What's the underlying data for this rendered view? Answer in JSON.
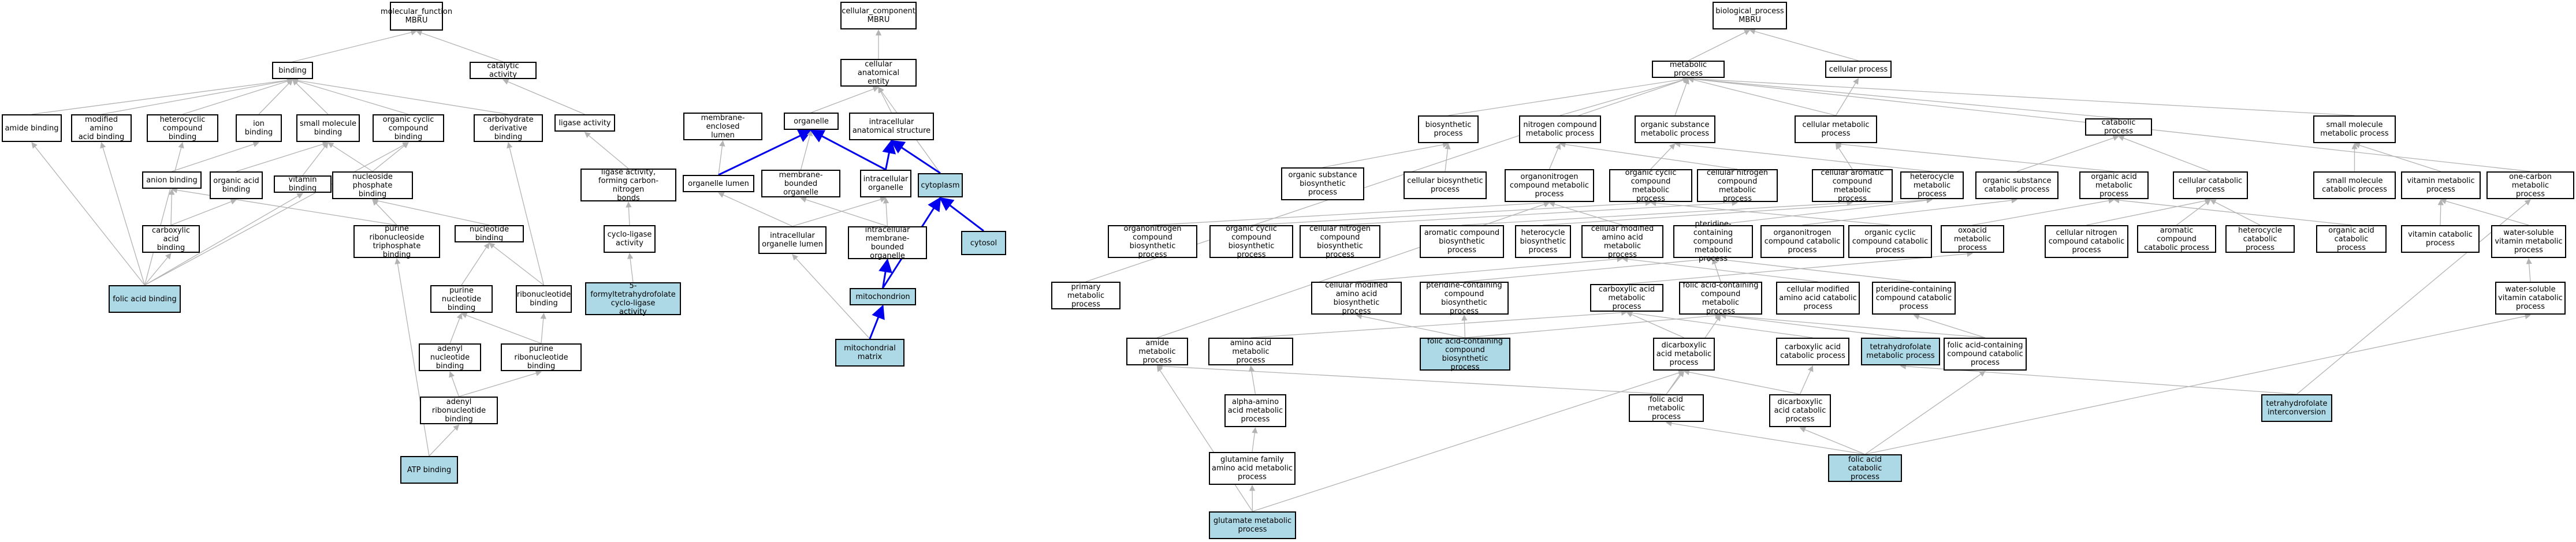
{
  "graph": {
    "nodes": [
      {
        "id": "mf",
        "label": "molecular_function\nMBRU",
        "hl": false
      },
      {
        "id": "binding",
        "label": "binding",
        "hl": false
      },
      {
        "id": "catalytic",
        "label": "catalytic activity",
        "hl": false
      },
      {
        "id": "amide_b",
        "label": "amide binding",
        "hl": false
      },
      {
        "id": "mod_aa_b",
        "label": "modified amino\nacid binding",
        "hl": false
      },
      {
        "id": "hetero_b",
        "label": "heterocyclic\ncompound binding",
        "hl": false
      },
      {
        "id": "ion_b",
        "label": "ion binding",
        "hl": false
      },
      {
        "id": "small_mol_b",
        "label": "small molecule\nbinding",
        "hl": false
      },
      {
        "id": "org_cyc_b",
        "label": "organic cyclic\ncompound binding",
        "hl": false
      },
      {
        "id": "carb_deriv_b",
        "label": "carbohydrate\nderivative binding",
        "hl": false
      },
      {
        "id": "ligase",
        "label": "ligase activity",
        "hl": false
      },
      {
        "id": "anion_b",
        "label": "anion binding",
        "hl": false
      },
      {
        "id": "org_acid_b",
        "label": "organic acid\nbinding",
        "hl": false
      },
      {
        "id": "vitamin_b",
        "label": "vitamin binding",
        "hl": false
      },
      {
        "id": "nucphos_b",
        "label": "nucleoside phosphate\nbinding",
        "hl": false
      },
      {
        "id": "ligase_cn",
        "label": "ligase activity,\nforming carbon-nitrogen\nbonds",
        "hl": false
      },
      {
        "id": "carbox_b",
        "label": "carboxylic acid\nbinding",
        "hl": false
      },
      {
        "id": "purine_rnt_b",
        "label": "purine ribonucleoside\ntriphosphate\nbinding",
        "hl": false
      },
      {
        "id": "nucleotide_b",
        "label": "nucleotide binding",
        "hl": false
      },
      {
        "id": "cyclo_ligase",
        "label": "cyclo-ligase\nactivity",
        "hl": false
      },
      {
        "id": "folic_b",
        "label": "folic acid binding",
        "hl": true
      },
      {
        "id": "purine_nt_b",
        "label": "purine nucleotide\nbinding",
        "hl": false
      },
      {
        "id": "ribonuc_b",
        "label": "ribonucleotide\nbinding",
        "hl": false
      },
      {
        "id": "fthf_ligase",
        "label": "5-formyltetrahydrofolate\ncyclo-ligase\nactivity",
        "hl": true
      },
      {
        "id": "adenyl_nt_b",
        "label": "adenyl nucleotide\nbinding",
        "hl": false
      },
      {
        "id": "purine_rn_b",
        "label": "purine ribonucleotide\nbinding",
        "hl": false
      },
      {
        "id": "adenyl_rn_b",
        "label": "adenyl ribonucleotide\nbinding",
        "hl": false
      },
      {
        "id": "atp_b",
        "label": "ATP binding",
        "hl": true
      },
      {
        "id": "cc",
        "label": "cellular_component\nMBRU",
        "hl": false
      },
      {
        "id": "cae",
        "label": "cellular anatomical\nentity",
        "hl": false
      },
      {
        "id": "mem_lumen",
        "label": "membrane-enclosed\nlumen",
        "hl": false
      },
      {
        "id": "organelle",
        "label": "organelle",
        "hl": false
      },
      {
        "id": "intra_anat",
        "label": "intracellular\nanatomical structure",
        "hl": false
      },
      {
        "id": "org_lumen",
        "label": "organelle lumen",
        "hl": false
      },
      {
        "id": "mem_org",
        "label": "membrane-bounded\norganelle",
        "hl": false
      },
      {
        "id": "intra_org",
        "label": "intracellular\norganelle",
        "hl": false
      },
      {
        "id": "cytoplasm",
        "label": "cytoplasm",
        "hl": true
      },
      {
        "id": "intra_org_lumen",
        "label": "intracellular\norganelle lumen",
        "hl": false
      },
      {
        "id": "intra_mem_org",
        "label": "intracellular\nmembrane-bounded\norganelle",
        "hl": false
      },
      {
        "id": "cytosol",
        "label": "cytosol",
        "hl": true
      },
      {
        "id": "mito",
        "label": "mitochondrion",
        "hl": true
      },
      {
        "id": "mito_matrix",
        "label": "mitochondrial\nmatrix",
        "hl": true
      },
      {
        "id": "bp",
        "label": "biological_process\nMBRU",
        "hl": false
      },
      {
        "id": "metab",
        "label": "metabolic process",
        "hl": false
      },
      {
        "id": "cell_proc",
        "label": "cellular process",
        "hl": false
      },
      {
        "id": "biosyn",
        "label": "biosynthetic\nprocess",
        "hl": false
      },
      {
        "id": "nitro_met",
        "label": "nitrogen compound\nmetabolic process",
        "hl": false
      },
      {
        "id": "org_sub_met",
        "label": "organic substance\nmetabolic process",
        "hl": false
      },
      {
        "id": "cell_met",
        "label": "cellular metabolic\nprocess",
        "hl": false
      },
      {
        "id": "catab",
        "label": "catabolic process",
        "hl": false
      },
      {
        "id": "small_mol_met",
        "label": "small molecule\nmetabolic process",
        "hl": false
      },
      {
        "id": "org_sub_bio",
        "label": "organic substance\nbiosynthetic\nprocess",
        "hl": false
      },
      {
        "id": "cell_bio",
        "label": "cellular biosynthetic\nprocess",
        "hl": false
      },
      {
        "id": "orgN_met",
        "label": "organonitrogen\ncompound metabolic\nprocess",
        "hl": false
      },
      {
        "id": "org_cyc_met",
        "label": "organic cyclic\ncompound metabolic\nprocess",
        "hl": false
      },
      {
        "id": "cellN_met",
        "label": "cellular nitrogen\ncompound metabolic\nprocess",
        "hl": false
      },
      {
        "id": "cell_arom_met",
        "label": "cellular aromatic\ncompound metabolic\nprocess",
        "hl": false
      },
      {
        "id": "hetero_met",
        "label": "heterocycle\nmetabolic process",
        "hl": false
      },
      {
        "id": "org_sub_cat",
        "label": "organic substance\ncatabolic process",
        "hl": false
      },
      {
        "id": "org_acid_met",
        "label": "organic acid\nmetabolic process",
        "hl": false
      },
      {
        "id": "cell_cat",
        "label": "cellular catabolic\nprocess",
        "hl": false
      },
      {
        "id": "small_mol_cat",
        "label": "small molecule\ncatabolic process",
        "hl": false
      },
      {
        "id": "vit_met",
        "label": "vitamin metabolic\nprocess",
        "hl": false
      },
      {
        "id": "one_carbon",
        "label": "one-carbon metabolic\nprocess",
        "hl": false
      },
      {
        "id": "orgN_bio",
        "label": "organonitrogen\ncompound biosynthetic\nprocess",
        "hl": false
      },
      {
        "id": "org_cyc_bio",
        "label": "organic cyclic\ncompound biosynthetic\nprocess",
        "hl": false
      },
      {
        "id": "cellN_bio",
        "label": "cellular nitrogen\ncompound biosynthetic\nprocess",
        "hl": false
      },
      {
        "id": "arom_bio",
        "label": "aromatic compound\nbiosynthetic\nprocess",
        "hl": false
      },
      {
        "id": "hetero_bio",
        "label": "heterocycle\nbiosynthetic\nprocess",
        "hl": false
      },
      {
        "id": "cm_aa_met",
        "label": "cellular modified\namino acid metabolic\nprocess",
        "hl": false
      },
      {
        "id": "pter_met",
        "label": "pteridine-containing\ncompound metabolic\nprocess",
        "hl": false
      },
      {
        "id": "orgN_cat",
        "label": "organonitrogen\ncompound catabolic\nprocess",
        "hl": false
      },
      {
        "id": "org_cyc_cat",
        "label": "organic cyclic\ncompound catabolic\nprocess",
        "hl": false
      },
      {
        "id": "oxoacid_met",
        "label": "oxoacid metabolic\nprocess",
        "hl": false
      },
      {
        "id": "cellN_cat",
        "label": "cellular nitrogen\ncompound catabolic\nprocess",
        "hl": false
      },
      {
        "id": "arom_cat",
        "label": "aromatic compound\ncatabolic process",
        "hl": false
      },
      {
        "id": "hetero_cat",
        "label": "heterocycle\ncatabolic process",
        "hl": false
      },
      {
        "id": "org_acid_cat",
        "label": "organic acid\ncatabolic process",
        "hl": false
      },
      {
        "id": "vit_cat",
        "label": "vitamin catabolic\nprocess",
        "hl": false
      },
      {
        "id": "ws_vit_met",
        "label": "water-soluble\nvitamin metabolic\nprocess",
        "hl": false
      },
      {
        "id": "primary_met",
        "label": "primary metabolic\nprocess",
        "hl": false
      },
      {
        "id": "cm_aa_bio",
        "label": "cellular modified\namino acid biosynthetic\nprocess",
        "hl": false
      },
      {
        "id": "pter_bio",
        "label": "pteridine-containing\ncompound biosynthetic\nprocess",
        "hl": false
      },
      {
        "id": "carbox_met",
        "label": "carboxylic acid\nmetabolic process",
        "hl": false
      },
      {
        "id": "fol_met_c",
        "label": "folic acid-containing\ncompound metabolic\nprocess",
        "hl": false
      },
      {
        "id": "cm_aa_cat",
        "label": "cellular modified\namino acid catabolic\nprocess",
        "hl": false
      },
      {
        "id": "pter_cat",
        "label": "pteridine-containing\ncompound catabolic\nprocess",
        "hl": false
      },
      {
        "id": "ws_vit_cat",
        "label": "water-soluble\nvitamin catabolic\nprocess",
        "hl": false
      },
      {
        "id": "amide_met",
        "label": "amide metabolic\nprocess",
        "hl": false
      },
      {
        "id": "aa_met",
        "label": "amino acid metabolic\nprocess",
        "hl": false
      },
      {
        "id": "fol_bio_c",
        "label": "folic acid-containing\ncompound biosynthetic\nprocess",
        "hl": true
      },
      {
        "id": "dicarb_met",
        "label": "dicarboxylic\nacid metabolic\nprocess",
        "hl": false
      },
      {
        "id": "carbox_cat",
        "label": "carboxylic acid\ncatabolic process",
        "hl": false
      },
      {
        "id": "thf_met",
        "label": "tetrahydrofolate\nmetabolic process",
        "hl": true
      },
      {
        "id": "fol_cat_c",
        "label": "folic acid-containing\ncompound catabolic\nprocess",
        "hl": false
      },
      {
        "id": "alpha_aa_met",
        "label": "alpha-amino\nacid metabolic\nprocess",
        "hl": false
      },
      {
        "id": "folic_met",
        "label": "folic acid metabolic\nprocess",
        "hl": false
      },
      {
        "id": "dicarb_cat",
        "label": "dicarboxylic\nacid catabolic\nprocess",
        "hl": false
      },
      {
        "id": "thf_inter",
        "label": "tetrahydrofolate\ninterconversion",
        "hl": true
      },
      {
        "id": "gln_fam",
        "label": "glutamine family\namino acid metabolic\nprocess",
        "hl": false
      },
      {
        "id": "folic_cat",
        "label": "folic acid catabolic\nprocess",
        "hl": true
      },
      {
        "id": "glu_met",
        "label": "glutamate metabolic\nprocess",
        "hl": true
      }
    ],
    "edges": [
      [
        "binding",
        "mf"
      ],
      [
        "catalytic",
        "mf"
      ],
      [
        "amide_b",
        "binding"
      ],
      [
        "mod_aa_b",
        "binding"
      ],
      [
        "hetero_b",
        "binding"
      ],
      [
        "ion_b",
        "binding"
      ],
      [
        "small_mol_b",
        "binding"
      ],
      [
        "org_cyc_b",
        "binding"
      ],
      [
        "carb_deriv_b",
        "binding"
      ],
      [
        "ligase",
        "catalytic"
      ],
      [
        "ligase_cn",
        "ligase"
      ],
      [
        "cyclo_ligase",
        "ligase_cn"
      ],
      [
        "fthf_ligase",
        "cyclo_ligase"
      ],
      [
        "anion_b",
        "ion_b"
      ],
      [
        "org_acid_b",
        "small_mol_b"
      ],
      [
        "vitamin_b",
        "small_mol_b"
      ],
      [
        "nucphos_b",
        "small_mol_b"
      ],
      [
        "nucphos_b",
        "org_cyc_b"
      ],
      [
        "carbox_b",
        "anion_b"
      ],
      [
        "carbox_b",
        "org_acid_b"
      ],
      [
        "purine_rnt_b",
        "nucphos_b"
      ],
      [
        "nucleotide_b",
        "nucphos_b"
      ],
      [
        "purine_rnt_b",
        "anion_b"
      ],
      [
        "folic_b",
        "carbox_b"
      ],
      [
        "folic_b",
        "vitamin_b"
      ],
      [
        "folic_b",
        "amide_b"
      ],
      [
        "folic_b",
        "mod_aa_b"
      ],
      [
        "folic_b",
        "hetero_b"
      ],
      [
        "folic_b",
        "org_cyc_b"
      ],
      [
        "purine_nt_b",
        "nucleotide_b"
      ],
      [
        "ribonuc_b",
        "nucleotide_b"
      ],
      [
        "ribonuc_b",
        "carb_deriv_b"
      ],
      [
        "adenyl_nt_b",
        "purine_nt_b"
      ],
      [
        "purine_rn_b",
        "purine_nt_b"
      ],
      [
        "purine_rn_b",
        "ribonuc_b"
      ],
      [
        "adenyl_rn_b",
        "adenyl_nt_b"
      ],
      [
        "adenyl_rn_b",
        "purine_rn_b"
      ],
      [
        "atp_b",
        "adenyl_rn_b"
      ],
      [
        "atp_b",
        "purine_rnt_b"
      ],
      [
        "cae",
        "cc"
      ],
      [
        "organelle",
        "cae"
      ],
      [
        "intra_anat",
        "cae"
      ],
      [
        "cytoplasm",
        "cae"
      ],
      [
        "org_lumen",
        "mem_lumen"
      ],
      [
        "org_lumen",
        "organelle"
      ],
      [
        "mem_org",
        "organelle"
      ],
      [
        "intra_org",
        "organelle"
      ],
      [
        "intra_org",
        "intra_anat"
      ],
      [
        "cytoplasm",
        "intra_anat"
      ],
      [
        "intra_org_lumen",
        "org_lumen"
      ],
      [
        "intra_org_lumen",
        "intra_org"
      ],
      [
        "intra_mem_org",
        "mem_org"
      ],
      [
        "intra_mem_org",
        "intra_org"
      ],
      [
        "cytosol",
        "cytoplasm"
      ],
      [
        "mito",
        "intra_mem_org"
      ],
      [
        "mito_matrix",
        "intra_org_lumen"
      ],
      [
        "metab",
        "bp"
      ],
      [
        "cell_proc",
        "bp"
      ],
      [
        "biosyn",
        "metab"
      ],
      [
        "nitro_met",
        "metab"
      ],
      [
        "org_sub_met",
        "metab"
      ],
      [
        "cell_met",
        "metab"
      ],
      [
        "catab",
        "metab"
      ],
      [
        "small_mol_met",
        "metab"
      ],
      [
        "cell_met",
        "cell_proc"
      ],
      [
        "org_sub_bio",
        "biosyn"
      ],
      [
        "cell_bio",
        "biosyn"
      ],
      [
        "orgN_met",
        "nitro_met"
      ],
      [
        "org_cyc_met",
        "org_sub_met"
      ],
      [
        "cellN_met",
        "nitro_met"
      ],
      [
        "cell_arom_met",
        "cell_met"
      ],
      [
        "hetero_met",
        "org_sub_met"
      ],
      [
        "org_sub_cat",
        "catab"
      ],
      [
        "org_acid_met",
        "cell_met"
      ],
      [
        "cell_cat",
        "catab"
      ],
      [
        "small_mol_cat",
        "small_mol_met"
      ],
      [
        "vit_met",
        "small_mol_met"
      ],
      [
        "one_carbon",
        "metab"
      ],
      [
        "orgN_bio",
        "orgN_met"
      ],
      [
        "org_cyc_bio",
        "org_cyc_met"
      ],
      [
        "cellN_bio",
        "cellN_met"
      ],
      [
        "arom_bio",
        "cell_arom_met"
      ],
      [
        "hetero_bio",
        "hetero_met"
      ],
      [
        "cm_aa_met",
        "orgN_met"
      ],
      [
        "pter_met",
        "hetero_met"
      ],
      [
        "orgN_cat",
        "org_sub_cat"
      ],
      [
        "org_cyc_cat",
        "org_cyc_met"
      ],
      [
        "oxoacid_met",
        "org_acid_met"
      ],
      [
        "cellN_cat",
        "cell_cat"
      ],
      [
        "arom_cat",
        "cell_cat"
      ],
      [
        "hetero_cat",
        "cell_cat"
      ],
      [
        "org_acid_cat",
        "org_acid_met"
      ],
      [
        "vit_cat",
        "vit_met"
      ],
      [
        "ws_vit_met",
        "vit_met"
      ],
      [
        "primary_met",
        "metab"
      ],
      [
        "cm_aa_bio",
        "cm_aa_met"
      ],
      [
        "pter_bio",
        "pter_met"
      ],
      [
        "carbox_met",
        "oxoacid_met"
      ],
      [
        "fol_met_c",
        "pter_met"
      ],
      [
        "cm_aa_cat",
        "cm_aa_met"
      ],
      [
        "pter_cat",
        "pter_met"
      ],
      [
        "ws_vit_cat",
        "ws_vit_met"
      ],
      [
        "amide_met",
        "orgN_met"
      ],
      [
        "aa_met",
        "carbox_met"
      ],
      [
        "fol_bio_c",
        "fol_met_c"
      ],
      [
        "fol_bio_c",
        "pter_bio"
      ],
      [
        "fol_bio_c",
        "cm_aa_bio"
      ],
      [
        "dicarb_met",
        "carbox_met"
      ],
      [
        "carbox_cat",
        "carbox_met"
      ],
      [
        "thf_met",
        "fol_met_c"
      ],
      [
        "fol_cat_c",
        "fol_met_c"
      ],
      [
        "fol_cat_c",
        "pter_cat"
      ],
      [
        "alpha_aa_met",
        "aa_met"
      ],
      [
        "folic_met",
        "fol_met_c"
      ],
      [
        "folic_met",
        "dicarb_met"
      ],
      [
        "folic_met",
        "amide_met"
      ],
      [
        "dicarb_cat",
        "dicarb_met"
      ],
      [
        "dicarb_cat",
        "carbox_cat"
      ],
      [
        "thf_inter",
        "thf_met"
      ],
      [
        "thf_inter",
        "one_carbon"
      ],
      [
        "gln_fam",
        "alpha_aa_met"
      ],
      [
        "folic_cat",
        "folic_met"
      ],
      [
        "folic_cat",
        "dicarb_cat"
      ],
      [
        "folic_cat",
        "fol_cat_c"
      ],
      [
        "folic_cat",
        "ws_vit_cat"
      ],
      [
        "glu_met",
        "gln_fam"
      ],
      [
        "glu_met",
        "dicarb_met"
      ],
      [
        "glu_met",
        "amide_met"
      ]
    ],
    "blue_edges": [
      [
        "org_lumen",
        "organelle"
      ],
      [
        "intra_org",
        "intra_anat"
      ],
      [
        "intra_org",
        "organelle"
      ],
      [
        "cytoplasm",
        "intra_anat"
      ],
      [
        "cytosol",
        "cytoplasm"
      ],
      [
        "mito",
        "cytoplasm"
      ],
      [
        "mito",
        "intra_mem_org"
      ],
      [
        "mito_matrix",
        "mito"
      ]
    ]
  }
}
